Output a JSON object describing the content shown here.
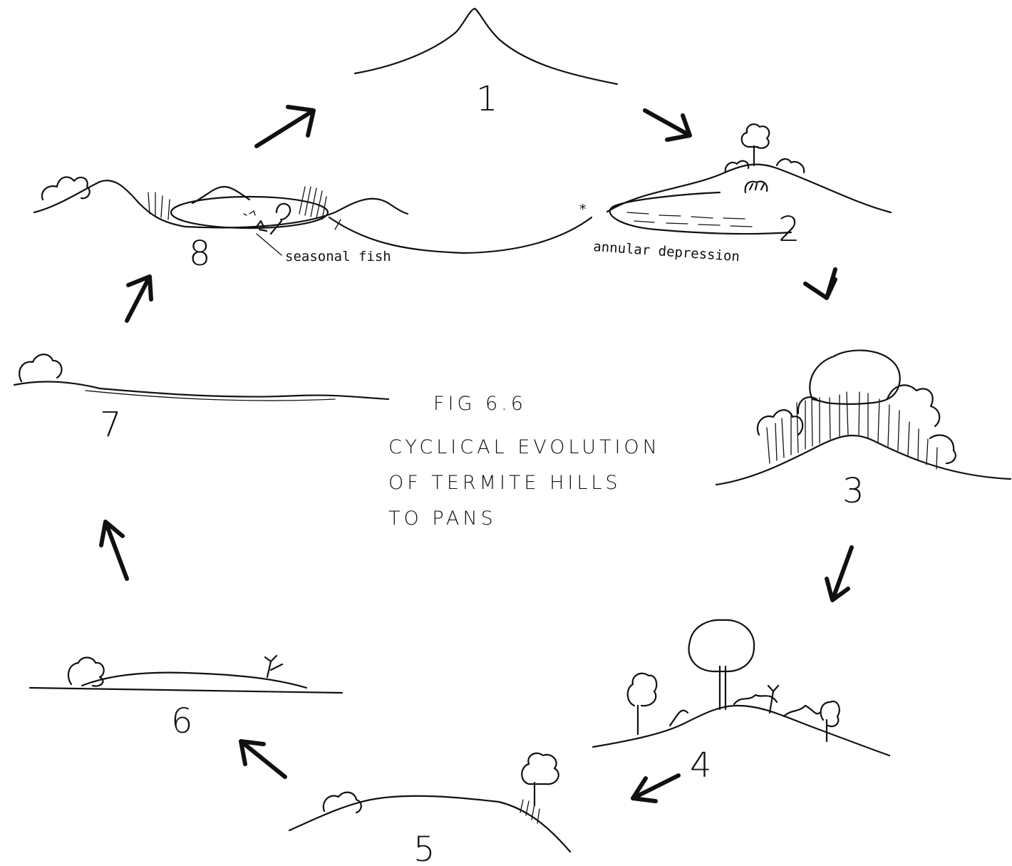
{
  "figure": {
    "label": "FIG 6.6",
    "title_lines": [
      "CYCLICAL EVOLUTION",
      "OF TERMITE HILLS",
      "TO PANS"
    ]
  },
  "stages": [
    {
      "number": "1"
    },
    {
      "number": "2"
    },
    {
      "number": "3"
    },
    {
      "number": "4"
    },
    {
      "number": "5"
    },
    {
      "number": "6"
    },
    {
      "number": "7"
    },
    {
      "number": "8"
    }
  ],
  "annotations": {
    "annular_depression": "annular depression",
    "seasonal_fish": "seasonal fish",
    "asterisk": "*"
  },
  "icons": [
    "tree-icon",
    "shrub-icon",
    "grass-icon",
    "fish-icon",
    "arrow-icon"
  ]
}
